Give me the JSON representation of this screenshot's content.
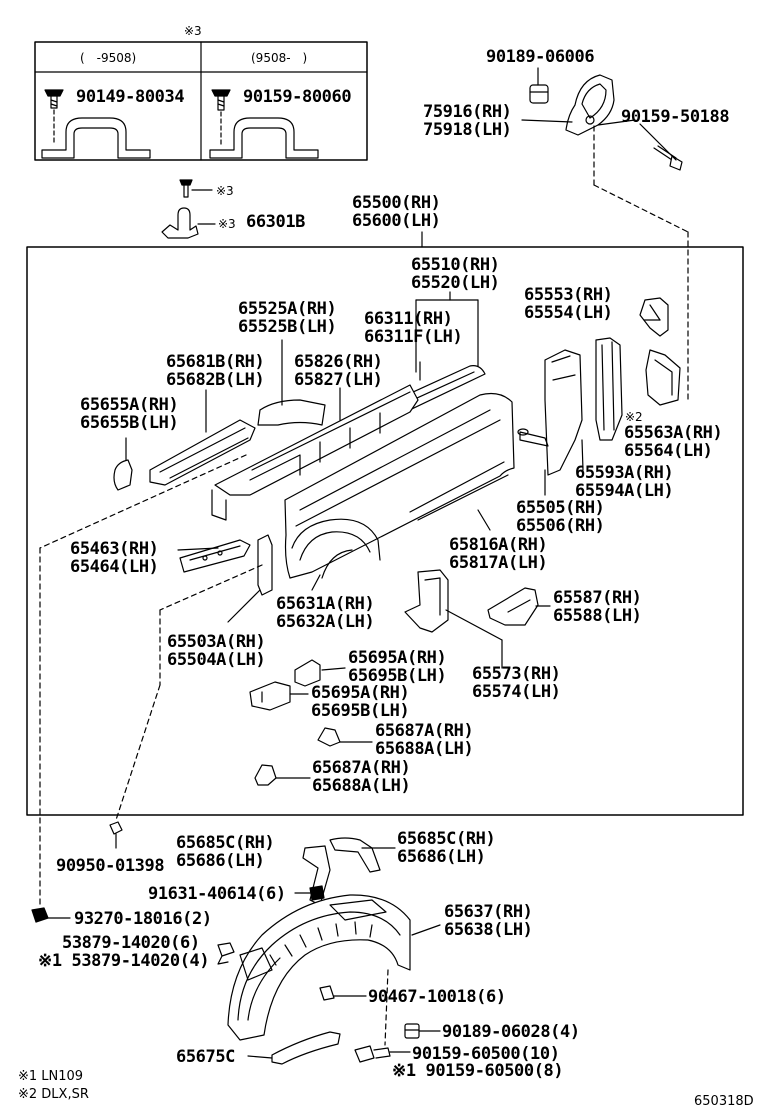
{
  "inset": {
    "note": "※3",
    "left_header": "(　-9508)",
    "right_header": "(9508-　)",
    "left_part": "90149-80034",
    "right_part": "90159-80060"
  },
  "labels": {
    "p90189_06006": "90189-06006",
    "p75916": "75916(RH)",
    "p75918": "75918(LH)",
    "p90159_50188": "90159-50188",
    "screw_note": "※3",
    "clip_note": "※3",
    "p66301B": "66301B",
    "p65500": "65500(RH)",
    "p65600": "65600(LH)",
    "p65510": "65510(RH)",
    "p65520": "65520(LH)",
    "p65553": "65553(RH)",
    "p65554": "65554(LH)",
    "p65525A": "65525A(RH)",
    "p65525B": "65525B(LH)",
    "p66311": "66311(RH)",
    "p66311F": "66311F(LH)",
    "p65681B": "65681B(RH)",
    "p65682B": "65682B(LH)",
    "p65826": "65826(RH)",
    "p65827": "65827(LH)",
    "p65655A": "65655A(RH)",
    "p65655B": "65655B(LH)",
    "note2": "※2",
    "p65563A": "65563A(RH)",
    "p65564": "65564(LH)",
    "p65593A": "65593A(RH)",
    "p65594A": "65594A(LH)",
    "p65505": "65505(RH)",
    "p65506": "65506(RH)",
    "p65463": "65463(RH)",
    "p65464": "65464(LH)",
    "p65816A": "65816A(RH)",
    "p65817A": "65817A(LH)",
    "p65631A": "65631A(RH)",
    "p65632A": "65632A(LH)",
    "p65587": "65587(RH)",
    "p65588": "65588(LH)",
    "p65503A": "65503A(RH)",
    "p65504A": "65504A(LH)",
    "p65695A_1": "65695A(RH)",
    "p65695B_1": "65695B(LH)",
    "p65573": "65573(RH)",
    "p65574": "65574(LH)",
    "p65695A_2": "65695A(RH)",
    "p65695B_2": "65695B(LH)",
    "p65687A_1": "65687A(RH)",
    "p65688A_1": "65688A(LH)",
    "p65687A_2": "65687A(RH)",
    "p65688A_2": "65688A(LH)",
    "p90950": "90950-01398",
    "p65685C_1": "65685C(RH)",
    "p65686_1": "65686(LH)",
    "p65685C_2": "65685C(RH)",
    "p65686_2": "65686(LH)",
    "p91631": "91631-40614(6)",
    "p93270": "93270-18016(2)",
    "p65637": "65637(RH)",
    "p65638": "65638(LH)",
    "p53879_a": "53879-14020(6)",
    "p53879_b": "※1 53879-14020(4)",
    "p90467": "90467-10018(6)",
    "p90189_06028": "90189-06028(4)",
    "p65675C": "65675C",
    "p90159_60500_a": "90159-60500(10)",
    "p90159_60500_b": "※1 90159-60500(8)"
  },
  "footnotes": {
    "n1": "※1 LN109",
    "n2": "※2 DLX,SR"
  },
  "diagram_code": "650318D",
  "line_color": "#000000"
}
